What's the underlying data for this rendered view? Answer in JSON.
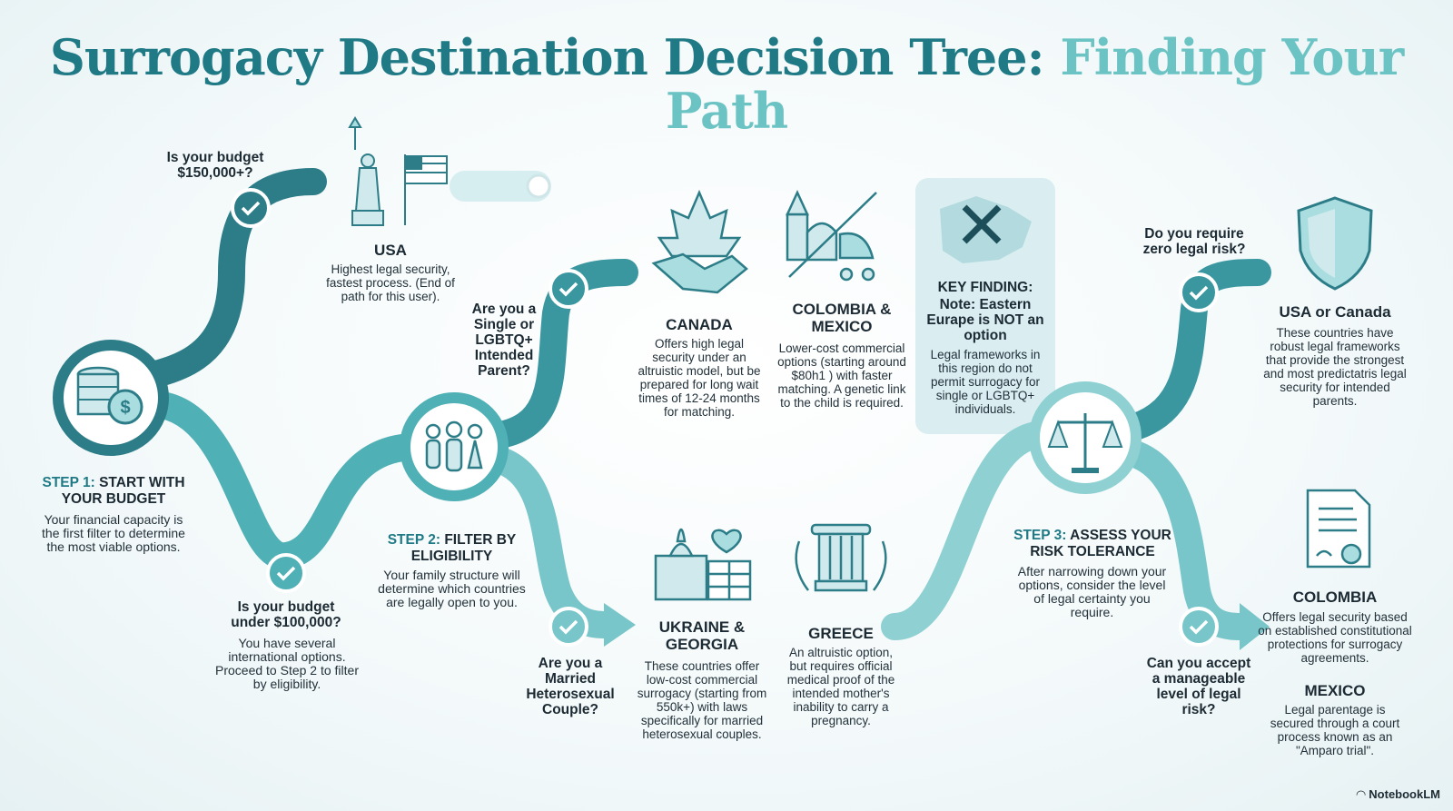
{
  "title": {
    "main": "Surrogacy Destination Decision Tree:",
    "accent": "Finding Your Path"
  },
  "step1": {
    "label": "STEP 1:",
    "heading": "START WITH YOUR BUDGET",
    "desc": "Your financial capacity is the first filter to determine the most viable options.",
    "icon": "money-coins-icon"
  },
  "q_budget_150": "Is your budget $150,000+?",
  "usa": {
    "name": "USA",
    "desc": "Highest legal security, fastest process. (End of path for this user).",
    "icon": "statue-of-liberty-icon"
  },
  "q_budget_100": {
    "question": "Is your budget under $100,000?",
    "desc": "You have several international options. Proceed to Step 2 to filter by eligibility."
  },
  "step2": {
    "label": "STEP 2:",
    "heading": "FILTER BY ELIGIBILITY",
    "desc": "Your family structure will determine which countries are legally open to you.",
    "icon": "family-icon"
  },
  "q_single": "Are you a Single or LGBTQ+ Intended Parent?",
  "q_married": "Are you a Married Heterosexual Couple?",
  "canada": {
    "name": "CANADA",
    "desc": "Offers high legal security under an altruistic model, but be prepared for long wait times of 12-24 months for matching.",
    "icon": "maple-leaf-handshake-icon"
  },
  "colombia_mexico": {
    "name": "COLOMBIA & MEXICO",
    "desc": "Lower-cost commercial options (starting around $80h1 ) with faster matching. A genetic link to the child is required.",
    "icon": "church-stroller-icon"
  },
  "key_finding": {
    "label": "KEY FINDING:",
    "heading": "Note: Eastern Eurape is NOT an option",
    "desc": "Legal frameworks in this region do not permit surrogacy for single or LGBTQ+ individuals.",
    "icon": "europe-map-x-icon"
  },
  "ukraine_georgia": {
    "name": "UKRAINE & GEORGIA",
    "desc": "These countries offer low-cost commercial surrogacy (starting from 550k+) with laws specifically for married heterosexual couples.",
    "icon": "onion-dome-heart-icon"
  },
  "greece": {
    "name": "GREECE",
    "desc": "An altruistic option, but requires official medical proof of the intended mother's inability to carry a pregnancy.",
    "icon": "greek-column-icon"
  },
  "step3": {
    "label": "STEP 3:",
    "heading": "ASSESS YOUR RISK TOLERANCE",
    "desc": "After narrowing down your options, consider the level of legal certainty you require.",
    "icon": "scales-icon"
  },
  "q_zero_risk": "Do you require zero legal risk?",
  "q_manageable": "Can you accept a manageable level of legal risk?",
  "usa_canada": {
    "name": "USA or Canada",
    "desc": "These countries have robust legal frameworks that provide the strongest and most predictatris legal security for intended parents.",
    "icon": "shield-icon"
  },
  "colombia": {
    "name": "COLOMBIA",
    "desc": "Offers legal security based on established constitutional protections for surrogacy agreements.",
    "icon": "certificate-icon"
  },
  "mexico": {
    "name": "MEXICO",
    "desc": "Legal parentage is secured through a court process known as an \"Amparo trial\"."
  },
  "brand": "NotebookLM",
  "colors": {
    "dark_teal": "#2c7d88",
    "mid_teal": "#4fb0b5",
    "light_teal": "#8fd0d2",
    "accent": "#6cc3c4"
  }
}
